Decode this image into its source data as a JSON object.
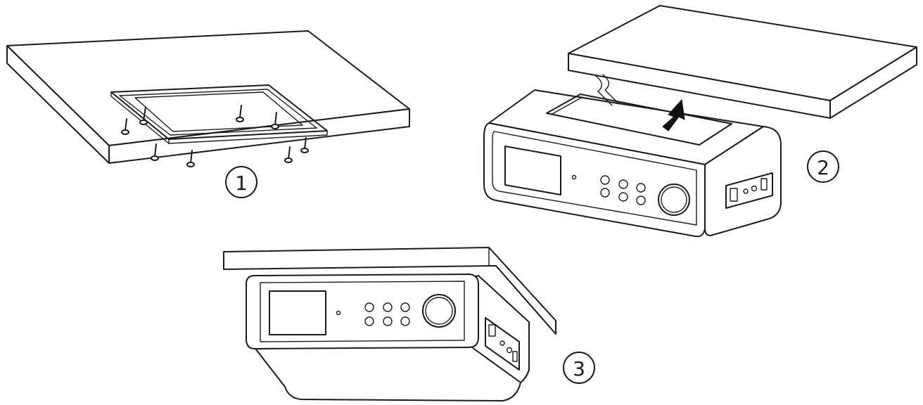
{
  "diagram": {
    "steps": [
      {
        "label": "1"
      },
      {
        "label": "2"
      },
      {
        "label": "3"
      }
    ],
    "colors": {
      "line": "#1a1a1a",
      "background": "#ffffff",
      "arrow": "#111111"
    },
    "icons": [
      "screw-icon",
      "arrow-up-icon",
      "volume-knob-icon"
    ]
  }
}
